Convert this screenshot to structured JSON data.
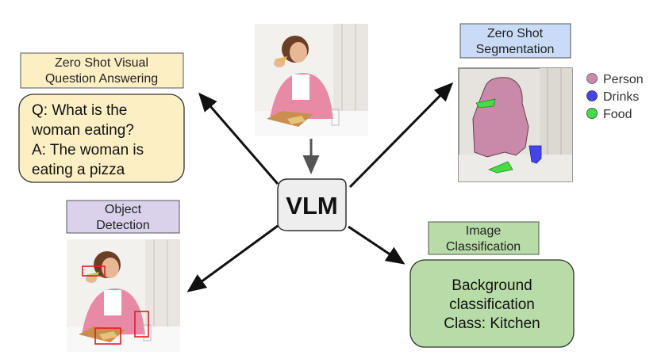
{
  "center": {
    "label": "VLM"
  },
  "tasks": {
    "vqa": {
      "title_lines": [
        "Zero Shot Visual",
        "Question Answering"
      ],
      "body_lines": [
        "Q: What is the",
        "woman eating?",
        "A: The woman is",
        "eating a pizza"
      ]
    },
    "segmentation": {
      "title_lines": [
        "Zero Shot",
        "Segmentation"
      ],
      "legend": [
        {
          "label": "Person",
          "color": "#c88aa8"
        },
        {
          "label": "Drinks",
          "color": "#4444ee"
        },
        {
          "label": "Food",
          "color": "#44dd44"
        }
      ]
    },
    "detection": {
      "title_lines": [
        "Object",
        "Detection"
      ]
    },
    "classification": {
      "title_lines": [
        "Image",
        "Classification"
      ],
      "body_lines": [
        "Background",
        "classification",
        "Class: Kitchen"
      ]
    }
  },
  "colors": {
    "vqa_title_bg": "#fdefc4",
    "vqa_box_bg": "#fdefc4",
    "seg_title_bg": "#c9dbf7",
    "det_title_bg": "#d9d2ea",
    "cls_title_bg": "#b7dca8",
    "cls_box_bg": "#b7dca8",
    "vlm_bg": "#eeeeee",
    "arrow": "#111111",
    "arrow_down": "#555555",
    "bbox": "#e02020"
  }
}
